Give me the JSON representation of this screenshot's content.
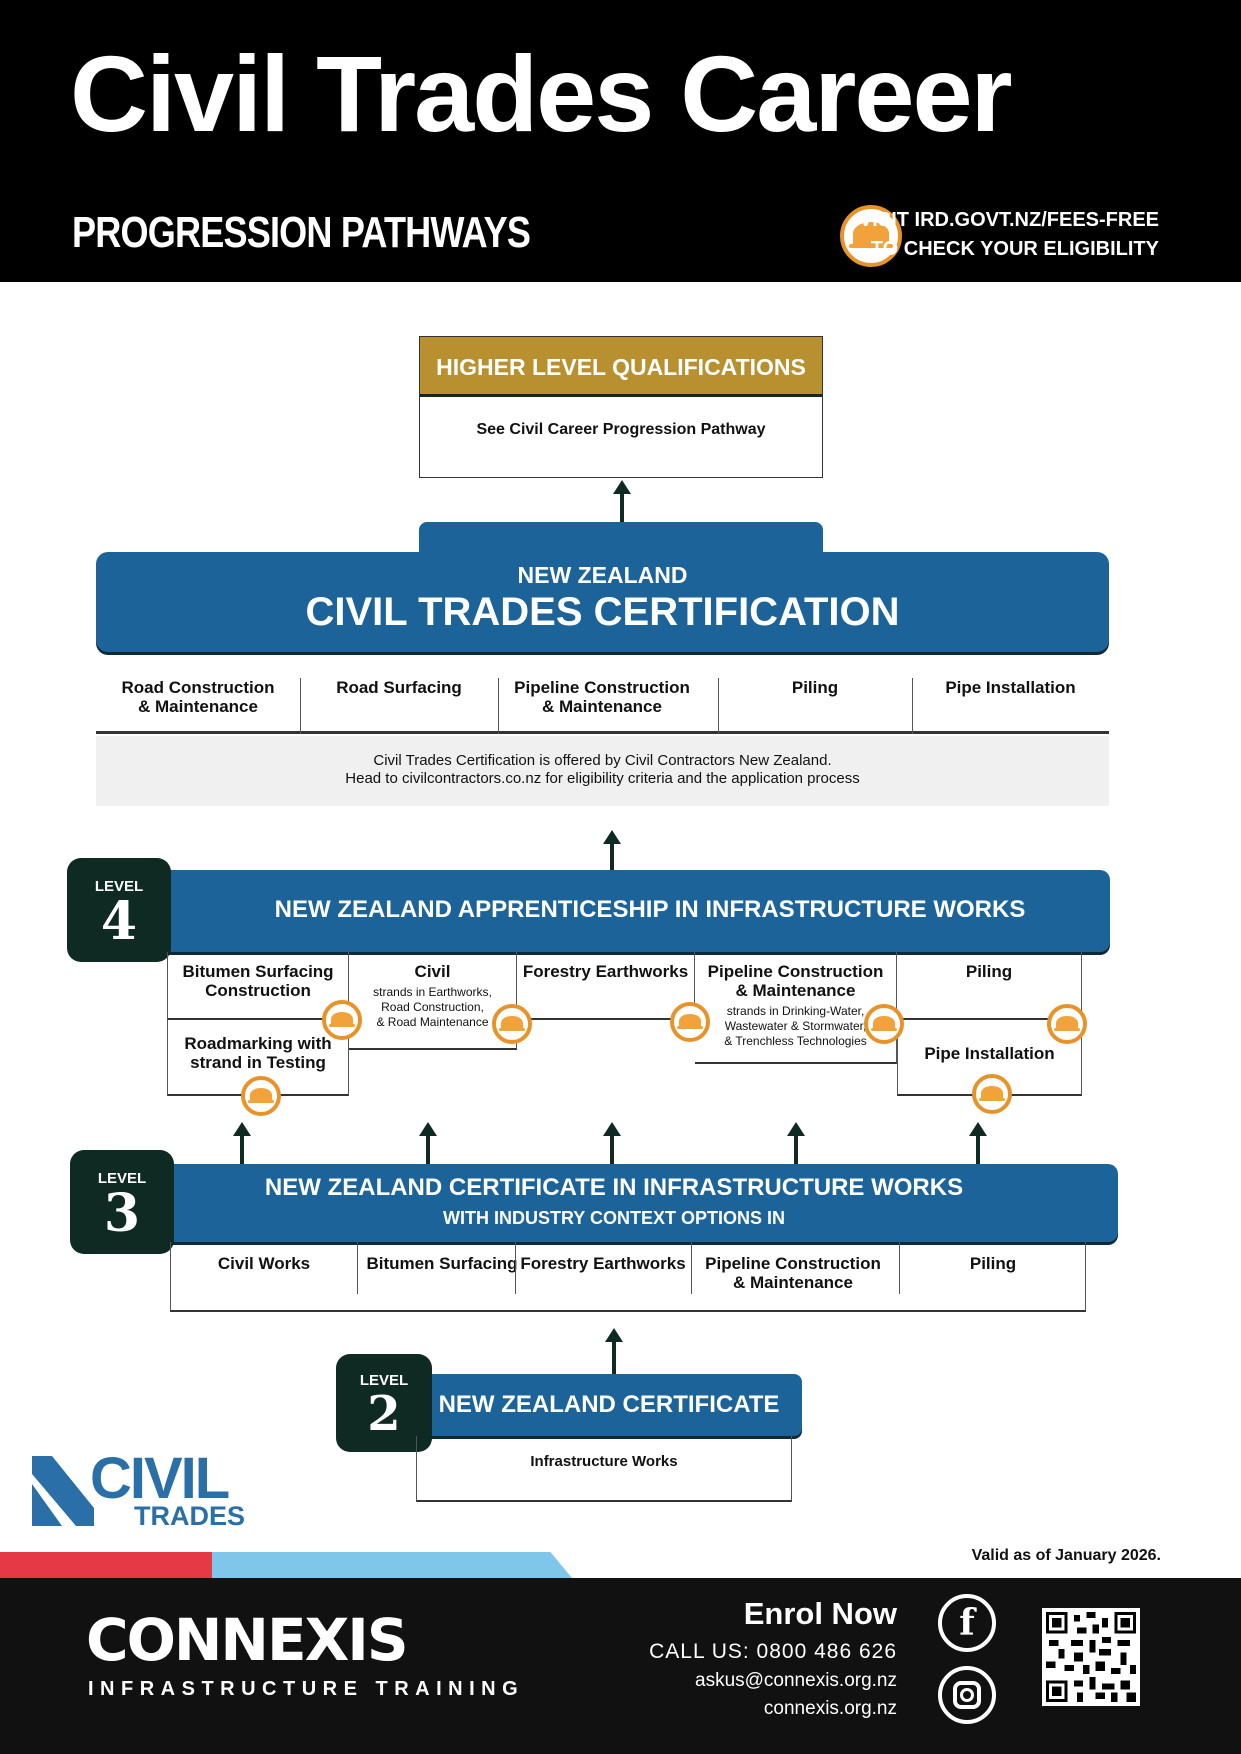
{
  "header": {
    "title": "Civil Trades Career",
    "subtitle": "PROGRESSION PATHWAYS",
    "visit_line1": "VISIT IRD.GOVT.NZ/FEES-FREE",
    "visit_line2": "TO CHECK YOUR ELIGIBILITY"
  },
  "higher": {
    "title": "HIGHER LEVEL QUALIFICATIONS",
    "body": "See Civil Career Progression Pathway"
  },
  "certification": {
    "line1": "NEW ZEALAND",
    "line2": "CIVIL TRADES CERTIFICATION",
    "columns": [
      {
        "line1": "Road Construction",
        "line2": "& Maintenance"
      },
      {
        "line1": "Road Surfacing",
        "line2": ""
      },
      {
        "line1": "Pipeline Construction",
        "line2": "& Maintenance"
      },
      {
        "line1": "Piling",
        "line2": ""
      },
      {
        "line1": "Pipe Installation",
        "line2": ""
      }
    ],
    "note_line1": "Civil Trades Certification is offered by Civil Contractors New Zealand.",
    "note_line2": "Head to civilcontractors.co.nz for eligibility criteria and the application process"
  },
  "level4": {
    "label": "LEVEL",
    "number": "4",
    "title": "NEW ZEALAND APPRENTICESHIP IN INFRASTRUCTURE WORKS",
    "bitumen_l1": "Bitumen Surfacing",
    "bitumen_l2": "Construction",
    "roadmarking_l1": "Roadmarking with",
    "roadmarking_l2": "strand in Testing",
    "civil": "Civil",
    "civil_s1": "strands in Earthworks,",
    "civil_s2": "Road Construction,",
    "civil_s3": "& Road Maintenance",
    "forestry": "Forestry Earthworks",
    "pipeline_l1": "Pipeline Construction",
    "pipeline_l2": "& Maintenance",
    "pipeline_s1": "strands in Drinking-Water,",
    "pipeline_s2": "Wastewater & Stormwater,",
    "pipeline_s3": "& Trenchless Technologies",
    "piling": "Piling",
    "pipe_install": "Pipe Installation"
  },
  "level3": {
    "label": "LEVEL",
    "number": "3",
    "title": "NEW ZEALAND CERTIFICATE IN INFRASTRUCTURE WORKS",
    "subtitle": "WITH INDUSTRY CONTEXT OPTIONS IN",
    "columns": [
      {
        "line1": "Civil Works",
        "line2": ""
      },
      {
        "line1": "Bitumen Surfacing",
        "line2": ""
      },
      {
        "line1": "Forestry Earthworks",
        "line2": ""
      },
      {
        "line1": "Pipeline Construction",
        "line2": "& Maintenance"
      },
      {
        "line1": "Piling",
        "line2": ""
      }
    ]
  },
  "level2": {
    "label": "LEVEL",
    "number": "2",
    "title": "NEW ZEALAND CERTIFICATE",
    "body": "Infrastructure Works"
  },
  "logo": {
    "line1": "CIVIL",
    "line2": "TRADES"
  },
  "valid": "Valid as of January 2026.",
  "footer": {
    "brand": "CONNEXIS",
    "brand_sub": "INFRASTRUCTURE TRAINING",
    "enrol": "Enrol Now",
    "call": "CALL US: 0800 486 626",
    "email": "askus@connexis.org.nz",
    "web": "connexis.org.nz"
  },
  "colors": {
    "blue": "#1b6398",
    "gold": "#b8902f",
    "navy": "#0f2a22",
    "orange": "#f2a23a",
    "red": "#e63946",
    "light_blue": "#7fc7ea"
  },
  "icons": [
    "hard-hat-icon",
    "facebook-icon",
    "instagram-icon",
    "qr-code"
  ]
}
